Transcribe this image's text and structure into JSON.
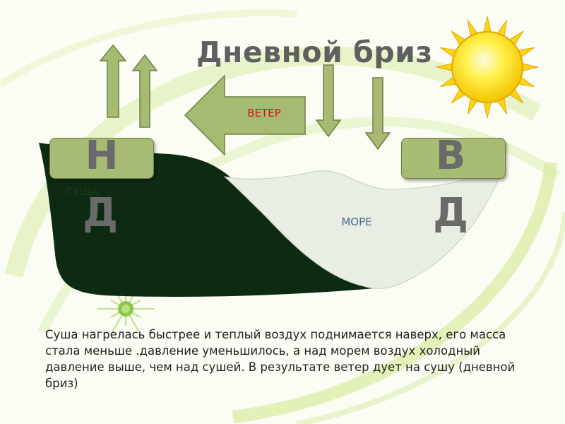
{
  "title": "Дневной бриз",
  "wind_label": "ВЕТЕР",
  "left_box": {
    "top_letter": "Н",
    "bottom_letter": "Д"
  },
  "right_box": {
    "top_letter": "В",
    "bottom_letter": "Д"
  },
  "land_label": "СУША",
  "sea_label": "МОРЕ",
  "description": "Суша нагрелась быстрее и теплый воздух поднимается наверх, его масса стала меньше .давление уменьшилось, а над морем воздух холодный давление выше, чем над сушей. В результате ветер дует на сушу (дневной бриз)",
  "colors": {
    "land": "#0d2b12",
    "sea": "#e8eee3",
    "arrow_fill": "#a6ba72",
    "arrow_stroke": "#6f7f45",
    "wind_text": "#d4141b",
    "sun": "#ffe21a",
    "title": "#5f5f5f"
  },
  "icons": [
    "sun-icon",
    "sparkle-star-icon",
    "arrow-up-icon",
    "arrow-down-icon",
    "arrow-left-icon"
  ]
}
